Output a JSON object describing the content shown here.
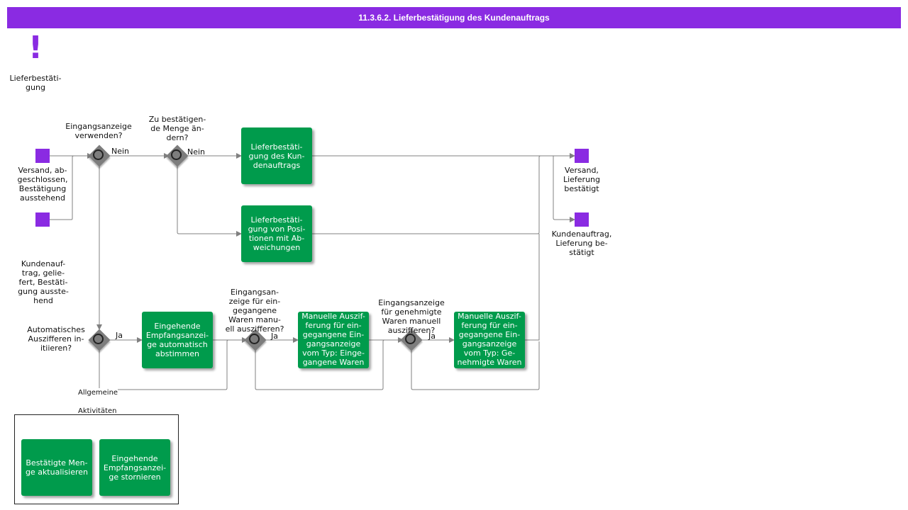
{
  "header": {
    "title": "11.3.6.2. Lieferbestätigung des Kundenauftrags"
  },
  "trigger": {
    "label": "Lieferbestäti-\ngung"
  },
  "events": {
    "start_shipping": "Versand,   ab-\ngeschlossen,\nBestätigung\nausstehend",
    "start_order": "Kundenauf-\ntrag, gelie-\nfert, Bestäti-\ngung ausste-\nhend",
    "end_shipping": "Versand,\nLieferung\nbestätigt",
    "end_order": "Kundenauftrag,\nLieferung   be-\nstätigt"
  },
  "gateways": {
    "g1": "Eingangsanzeige\nverwenden?",
    "g2": "Zu bestätigen-\nde Menge än-\ndern?",
    "g3": "Automatisches\nAuszifferen   in-\nitiieren?",
    "g4": "Eingangsan-\nzeige für ein-\ngegangene\nWaren manu-\nell auszifferen?",
    "g5": "Eingangsanzeige\nfür genehmigte\nWaren manuell\nauszifferen?"
  },
  "flow_labels": {
    "nein1": "Nein",
    "nein2": "Nein",
    "ja1": "Ja",
    "ja2": "Ja",
    "ja3": "Ja"
  },
  "tasks": {
    "t1": "Lieferbestäti-\ngung des Kun-\ndenauftrags",
    "t2": "Lieferbestäti-\ngung von Posi-\ntionen mit Ab-\nweichungen",
    "t3": "Eingehende\nEmpfangsanzei-\nge automatisch\nabstimmen",
    "t4": "Manuelle Auszif-\nferung für ein-\ngegangene Ein-\ngangsanzeige\nvom Typ: Einge-\ngangene Waren",
    "t5": "Manuelle Auszif-\nferung für ein-\ngegangene Ein-\ngangsanzeige\nvom Typ: Ge-\nnehmigte Waren"
  },
  "legend": {
    "title": "Allgemeine\n\nAktivitäten",
    "task1": "Bestätigte Men-\nge aktualisieren",
    "task2": "Eingehende\nEmpfangsanzei-\nge stornieren"
  },
  "colors": {
    "accent": "#8a2be2",
    "task": "#009b4c",
    "gateway": "#7d7d7d",
    "flow": "#808080"
  }
}
